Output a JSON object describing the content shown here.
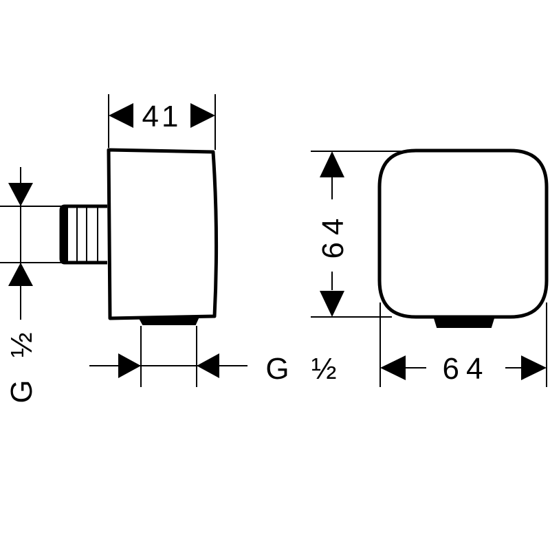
{
  "dimensions": {
    "side_width": "41",
    "front_height": "64",
    "front_width": "64",
    "inlet_thread": "G ½",
    "outlet_thread": "G ½"
  },
  "colors": {
    "line": "#000000",
    "background": "#ffffff"
  }
}
